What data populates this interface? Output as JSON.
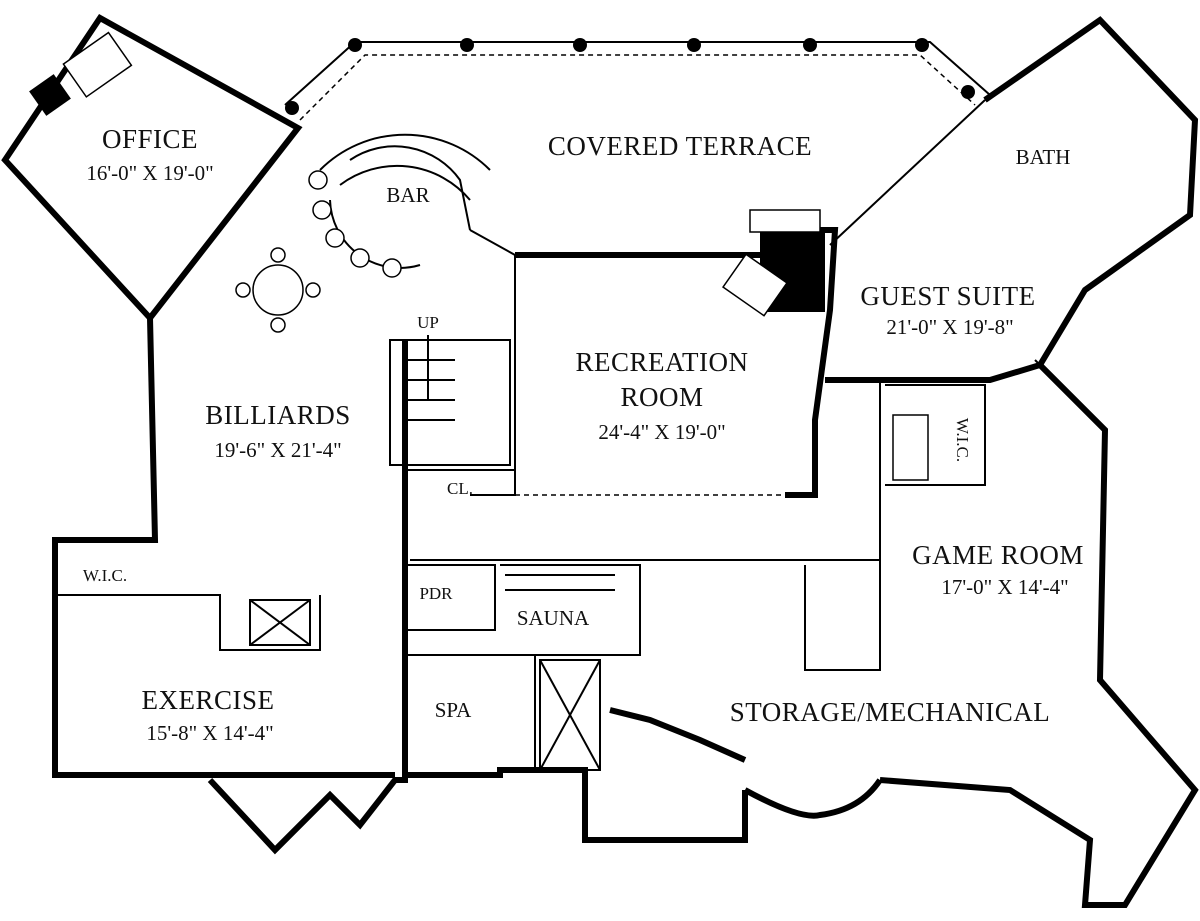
{
  "title": "Lower Level Floor Plan",
  "rooms": {
    "office": {
      "name": "OFFICE",
      "dims": "16'-0\" X 19'-0\""
    },
    "covered_terrace": {
      "name": "COVERED TERRACE"
    },
    "bar": {
      "name": "BAR"
    },
    "guest_suite": {
      "name": "GUEST SUITE",
      "dims": "21'-0\" X 19'-8\""
    },
    "bath": {
      "name": "BATH"
    },
    "stairs": {
      "name": "UP"
    },
    "recreation": {
      "name_line1": "RECREATION",
      "name_line2": "ROOM",
      "dims": "24'-4\" X 19'-0\""
    },
    "billiards": {
      "name": "BILLIARDS",
      "dims": "19'-6\" X 21'-4\""
    },
    "closet": {
      "name": "CL."
    },
    "guest_wic": {
      "name": "W.I.C."
    },
    "exercise_wic": {
      "name": "W.I.C."
    },
    "game_room": {
      "name": "GAME ROOM",
      "dims": "17'-0\" X 14'-4\""
    },
    "pdr": {
      "name": "PDR"
    },
    "sauna": {
      "name": "SAUNA"
    },
    "exercise": {
      "name": "EXERCISE",
      "dims": "15'-8\" X 14'-4\""
    },
    "spa": {
      "name": "SPA"
    },
    "storage": {
      "name": "STORAGE/MECHANICAL"
    }
  }
}
